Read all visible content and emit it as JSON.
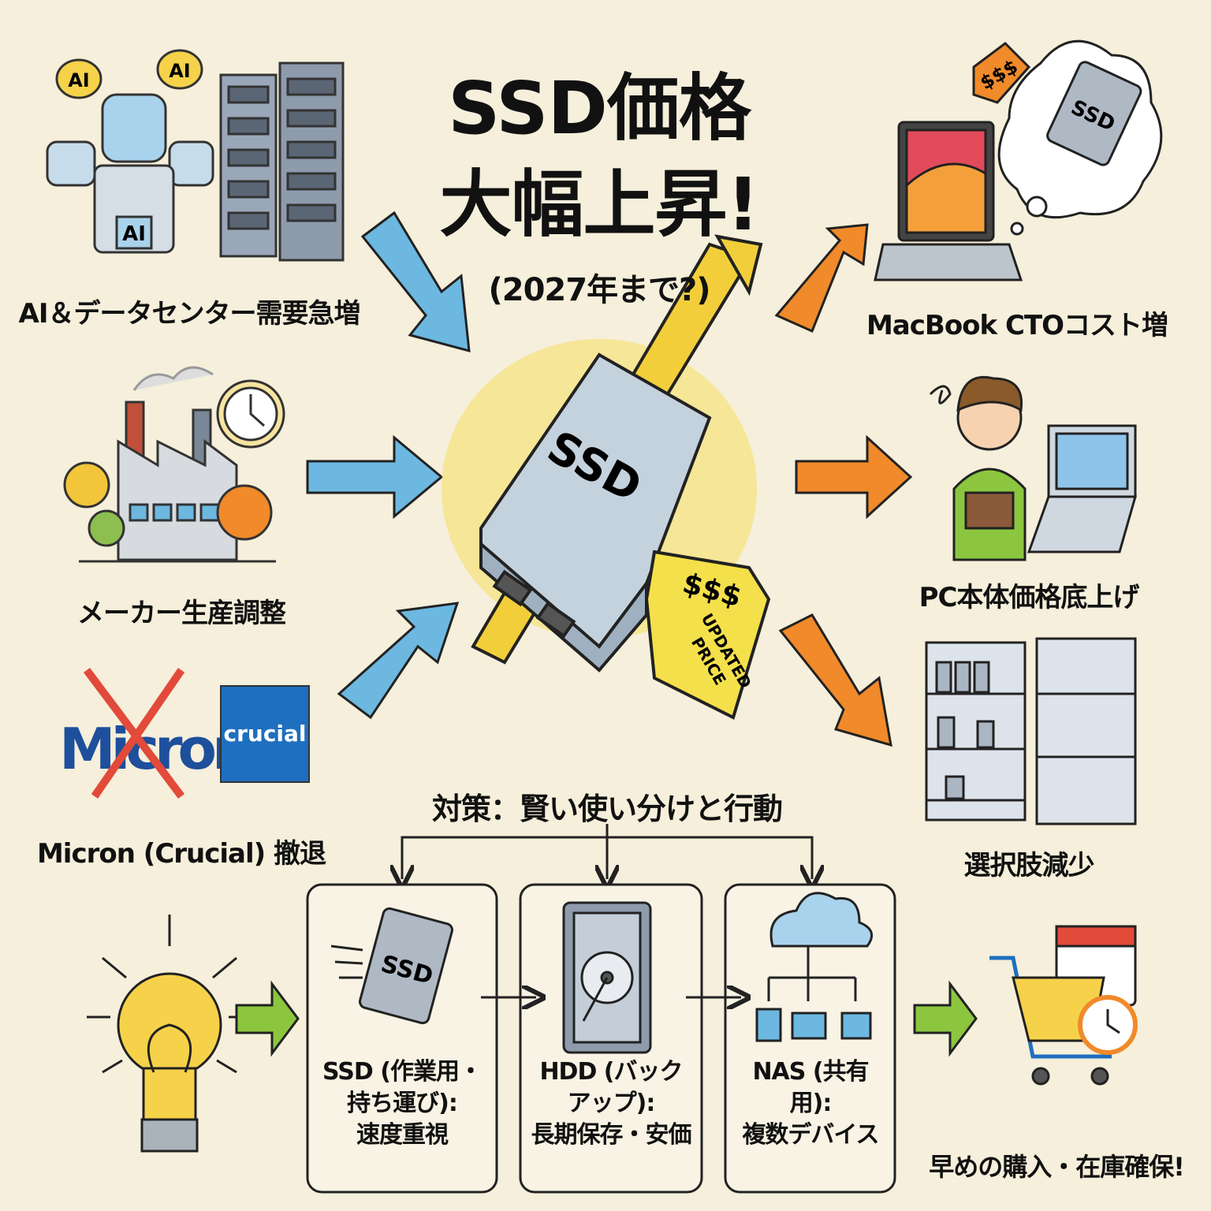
{
  "title": {
    "line1": "SSD価格",
    "line2": "大幅上昇!",
    "note": "(2027年まで?)"
  },
  "causes": [
    {
      "label": "AI＆データセンター需要急増",
      "icon": "ai-robots-servers"
    },
    {
      "label": "メーカー生産調整",
      "icon": "factory-clock-gears"
    },
    {
      "label": "Micron (Crucial) 撤退",
      "icon": "micron-crucial-logos",
      "logos": [
        "Micron",
        "crucial"
      ]
    }
  ],
  "center": {
    "ssd_label": "SSD",
    "tag_price": "$$$",
    "tag_text": [
      "UPDATED",
      "PRICE"
    ]
  },
  "effects": [
    {
      "label": "MacBook CTOコスト増",
      "icon": "laptop-ssd-thought",
      "tag": "$$$",
      "bubble_label": "SSD"
    },
    {
      "label": "PC本体価格底上げ",
      "icon": "worried-person-laptop"
    },
    {
      "label": "選択肢減少",
      "icon": "empty-shelves"
    }
  ],
  "countermeasures": {
    "heading": "対策：賢い使い分けと行動",
    "items": [
      {
        "line1": "SSD (作業用・持ち運び):",
        "line2": "速度重視",
        "icon": "ssd",
        "icon_label": "SSD"
      },
      {
        "line1": "HDD (バックアップ):",
        "line2": "長期保存・安価",
        "icon": "hdd-safe"
      },
      {
        "line1": "NAS (共有用):",
        "line2": "複数デバイス",
        "icon": "cloud-network"
      }
    ],
    "final": {
      "label": "早めの購入・在庫確保!",
      "icon": "cart-calendar-clock"
    }
  },
  "colors": {
    "cause_arrow": "#6cb8e0",
    "effect_arrow": "#f08a2a",
    "rise_arrow": "#f2cf3a",
    "action_arrow": "#8cc63f",
    "background": "#f5efdb"
  }
}
